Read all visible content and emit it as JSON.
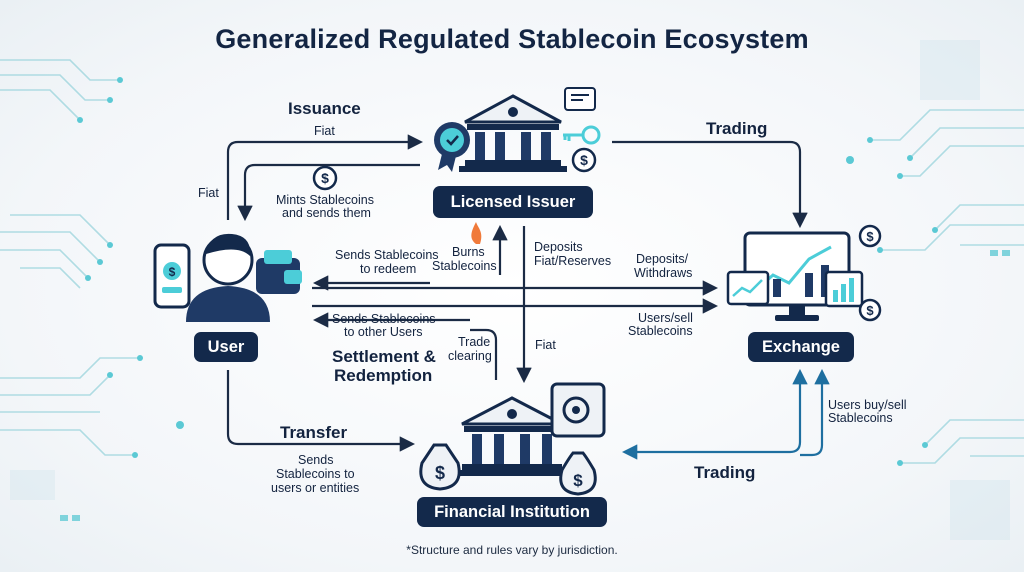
{
  "title": "Generalized Regulated Stablecoin Ecosystem",
  "nodes": {
    "issuer": "Licensed Issuer",
    "user": "User",
    "exchange": "Exchange",
    "institution": "Financial Institution"
  },
  "headings": {
    "issuance": "Issuance",
    "trading_top": "Trading",
    "settlement_1": "Settlement &",
    "settlement_2": "Redemption",
    "transfer": "Transfer",
    "trading_bottom": "Trading"
  },
  "labels": {
    "fiat_issuance": "Fiat",
    "fiat_left": "Fiat",
    "mints_1": "Mints Stablecoins",
    "mints_2": "and sends them",
    "sends_redeem_1": "Sends Stablecoins",
    "sends_redeem_2": "to redeem",
    "burns_1": "Burns",
    "burns_2": "Stablecoins",
    "deposits_fiat_1": "Deposits",
    "deposits_fiat_2": "Fiat/Reserves",
    "deposits_withdraws_1": "Deposits/",
    "deposits_withdraws_2": "Withdraws",
    "sends_users_1": "Sends Stablecoins",
    "sends_users_2": "to other Users",
    "trade_clearing_1": "Trade",
    "trade_clearing_2": "clearing",
    "users_sell_1": "Users/sell",
    "users_sell_2": "Stablecoins",
    "fiat_center": "Fiat",
    "users_buy_1": "Users buy/sell",
    "users_buy_2": "Stablecoins",
    "transfer_1": "Sends",
    "transfer_2": "Stablecoins to",
    "transfer_3": "users or entities"
  },
  "footnote": "*Structure and rules vary by jurisdiction.",
  "colors": {
    "navy": "#13294b",
    "accent": "#4ccdd8",
    "arrow": "#1b2b45"
  }
}
